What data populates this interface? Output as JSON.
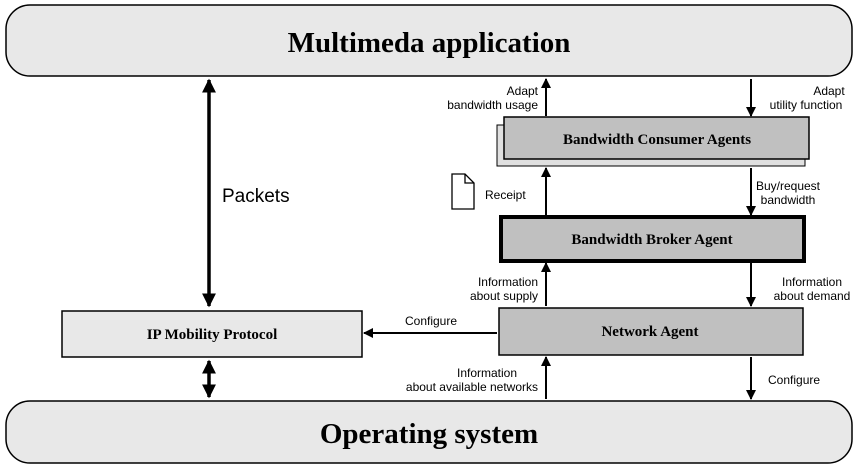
{
  "diagram": {
    "top_box": {
      "label": "Multimeda application"
    },
    "bottom_box": {
      "label": "Operating system"
    },
    "consumer_box": {
      "label": "Bandwidth Consumer Agents"
    },
    "broker_box": {
      "label": "Bandwidth Broker Agent"
    },
    "network_box": {
      "label": "Network Agent"
    },
    "ipm_box": {
      "label": "IP Mobility Protocol"
    },
    "labels": {
      "packets": "Packets",
      "adapt_bw_1": "Adapt",
      "adapt_bw_2": "bandwidth usage",
      "adapt_util_1": "Adapt",
      "adapt_util_2": "utility function",
      "receipt": "Receipt",
      "buy_1": "Buy/request",
      "buy_2": "bandwidth",
      "supply_1": "Information",
      "supply_2": "about supply",
      "demand_1": "Information",
      "demand_2": "about demand",
      "configure_left": "Configure",
      "avail_1": "Information",
      "avail_2": "about available networks",
      "configure_bottom": "Configure"
    },
    "colors": {
      "light_box": "#e8e8e8",
      "dark_box": "#c0c0c0",
      "shadow": "#c8c8c8",
      "stroke": "#000000"
    },
    "icons": {
      "receipt": "document-icon"
    }
  }
}
